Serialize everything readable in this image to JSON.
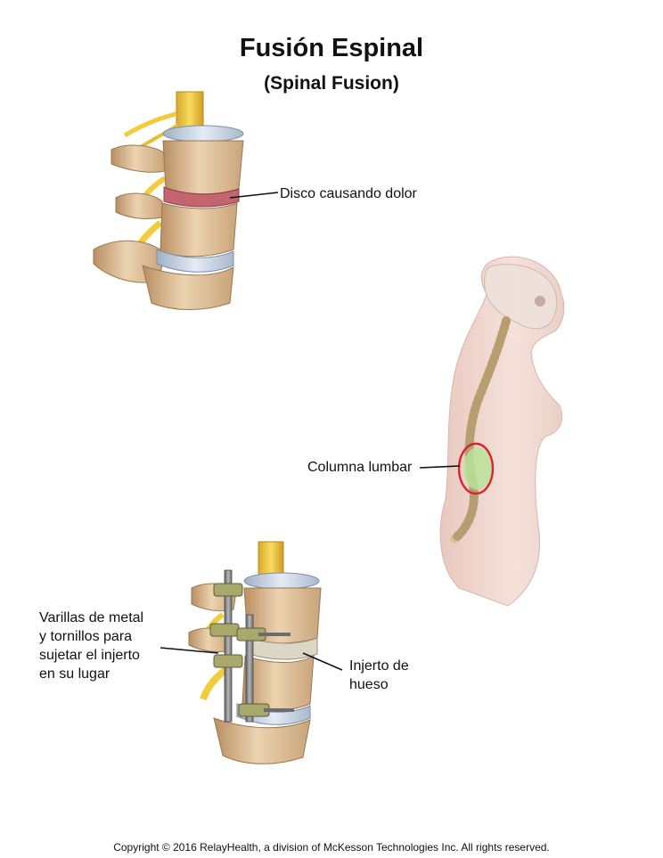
{
  "title": "Fusión Espinal",
  "subtitle": "(Spinal Fusion)",
  "labels": {
    "disc": "Disco causando dolor",
    "lumbar": "Columna lumbar",
    "rods": "Varillas de metal\ny tornillos para\nsujetar el injerto\nen su lugar",
    "graft": "Injerto de\nhueso"
  },
  "copyright": "Copyright © 2016 RelayHealth, a division of McKesson Technologies Inc. All rights reserved.",
  "colors": {
    "bone": "#e2c49e",
    "disc_normal": "#c9d6e6",
    "disc_painful": "#c2656e",
    "nerve": "#f2cc3a",
    "skin": "#f0d8cf",
    "fusion_highlight": "#b8e39a",
    "circle": "#d9232f",
    "metal": "#8a8c8e"
  }
}
